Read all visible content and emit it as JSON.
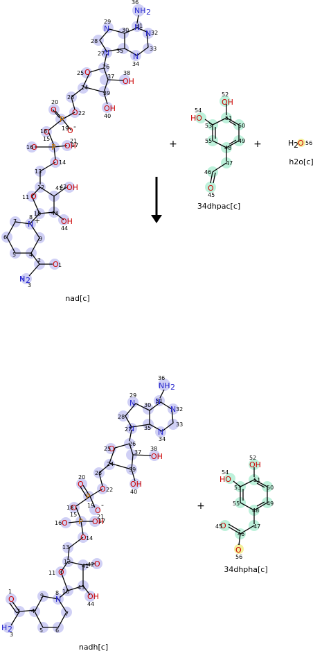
{
  "reaction": {
    "operator_plus": "+",
    "reactants": [
      {
        "id": "nad[c]"
      },
      {
        "id": "34dhpac[c]"
      },
      {
        "id": "h2o[c]"
      }
    ],
    "products": [
      {
        "id": "nadh[c]"
      },
      {
        "id": "34dhpha[c]"
      }
    ]
  },
  "colors": {
    "highlight_nadlike": "#c8c8f4",
    "highlight_aromatic": "#b8f0d8",
    "highlight_water": "#f4f09c",
    "arrow": "#000000"
  }
}
